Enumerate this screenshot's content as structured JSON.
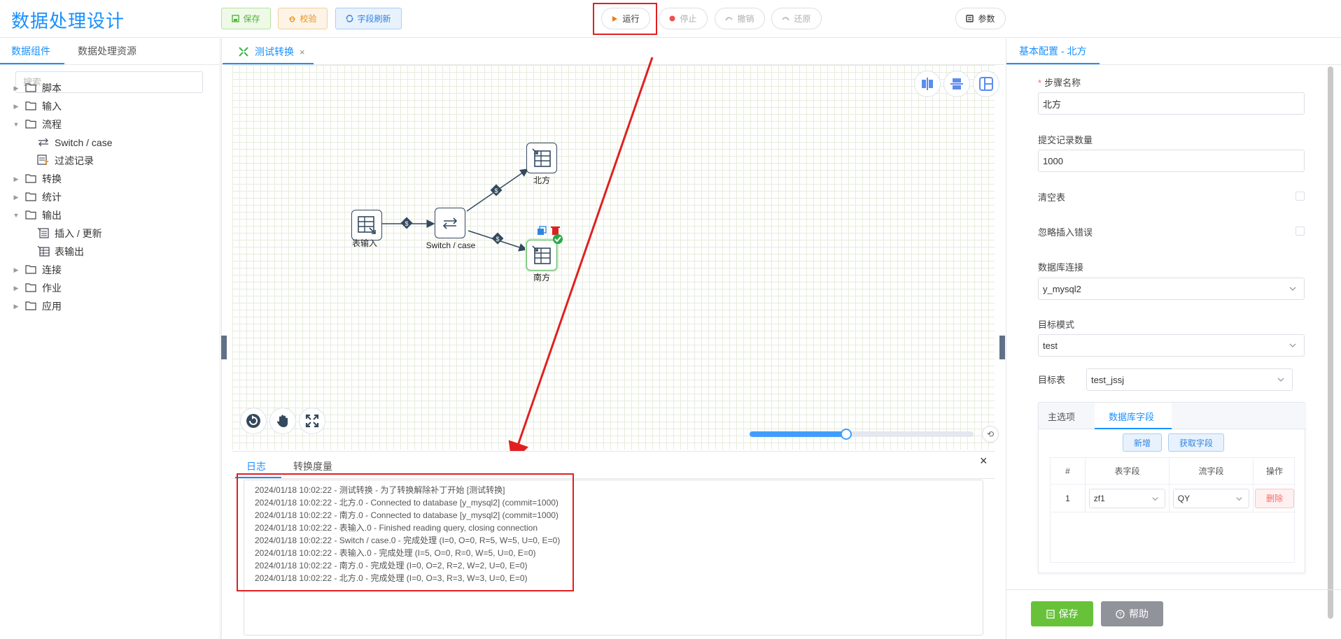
{
  "header": {
    "title": "数据处理设计",
    "save": "保存",
    "validate": "校验",
    "refresh": "字段刷新",
    "run": "运行",
    "stop": "停止",
    "undo": "撤销",
    "redo": "还原",
    "params": "参数"
  },
  "left": {
    "tabs": [
      "数据组件",
      "数据处理资源"
    ],
    "search_placeholder": "搜索",
    "tree": [
      {
        "label": "脚本",
        "expanded": false
      },
      {
        "label": "输入",
        "expanded": false
      },
      {
        "label": "流程",
        "expanded": true,
        "children": [
          "Switch / case",
          "过滤记录"
        ]
      },
      {
        "label": "转换",
        "expanded": false
      },
      {
        "label": "统计",
        "expanded": false
      },
      {
        "label": "输出",
        "expanded": true,
        "children": [
          "插入 / 更新",
          "表输出"
        ]
      },
      {
        "label": "连接",
        "expanded": false
      },
      {
        "label": "作业",
        "expanded": false
      },
      {
        "label": "应用",
        "expanded": false
      }
    ]
  },
  "canvas": {
    "tab_label": "测试转换",
    "nodes": {
      "input": "表输入",
      "switch": "Switch / case",
      "north": "北方",
      "south": "南方"
    },
    "zoom_fraction": 0.43
  },
  "log": {
    "tabs": [
      "日志",
      "转换度量"
    ],
    "lines": [
      "2024/01/18 10:02:22 - 测试转换 - 为了转换解除补丁开始  [测试转换]",
      "2024/01/18 10:02:22 - 北方.0 - Connected to database [y_mysql2] (commit=1000)",
      "2024/01/18 10:02:22 - 南方.0 - Connected to database [y_mysql2] (commit=1000)",
      "2024/01/18 10:02:22 - 表输入.0 - Finished reading query, closing connection",
      "2024/01/18 10:02:22 - Switch / case.0 - 完成处理 (I=0, O=0, R=5, W=5, U=0, E=0)",
      "2024/01/18 10:02:22 - 表输入.0 - 完成处理 (I=5, O=0, R=0, W=5, U=0, E=0)",
      "2024/01/18 10:02:22 - 南方.0 - 完成处理 (I=0, O=2, R=2, W=2, U=0, E=0)",
      "2024/01/18 10:02:22 - 北方.0 - 完成处理 (I=0, O=3, R=3, W=3, U=0, E=0)"
    ]
  },
  "right": {
    "tab": "基本配置 - 北方",
    "step_name_label": "步骤名称",
    "step_name_value": "北方",
    "commit_label": "提交记录数量",
    "commit_value": "1000",
    "truncate_label": "清空表",
    "ignore_label": "忽略插入错误",
    "db_label": "数据库连接",
    "db_value": "y_mysql2",
    "schema_label": "目标模式",
    "schema_value": "test",
    "table_label": "目标表",
    "table_value": "test_jssj",
    "sub_tabs": [
      "主选项",
      "数据库字段"
    ],
    "add_btn": "新增",
    "fetch_btn": "获取字段",
    "columns": [
      "#",
      "表字段",
      "流字段",
      "操作"
    ],
    "rows": [
      {
        "index": "1",
        "table_field": "zf1",
        "stream_field": "QY",
        "action": "删除"
      }
    ],
    "save_btn": "保存",
    "help_btn": "帮助"
  },
  "colors": {
    "accent": "#1890ff",
    "highlight": "#e02020",
    "success": "#67c23a"
  }
}
